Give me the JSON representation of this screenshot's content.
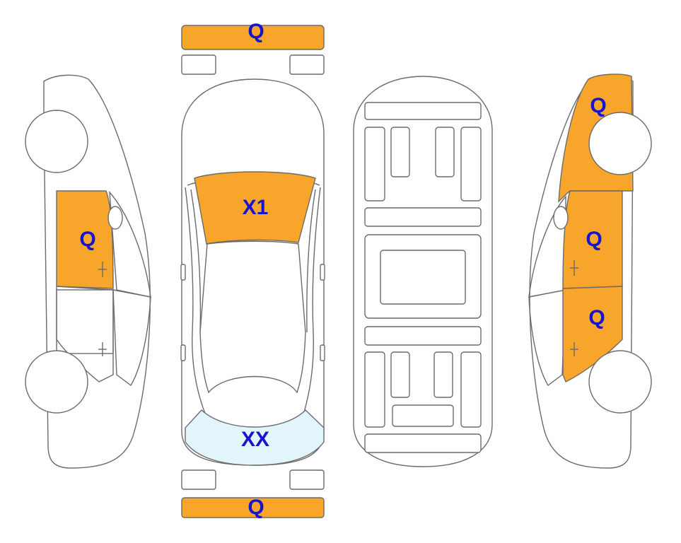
{
  "colors": {
    "damage_fill": "#f7a52b",
    "glass_fill": "#e2f5fb",
    "label_color": "#1515d0",
    "outline": "#6b6b6b"
  },
  "labels": {
    "front_bumper": "Q",
    "windshield": "X1",
    "rear_window": "XX",
    "rear_bumper": "Q",
    "left_front_door": "Q",
    "right_hood_fender": "Q",
    "right_front_door": "Q",
    "right_rear_door": "Q"
  }
}
